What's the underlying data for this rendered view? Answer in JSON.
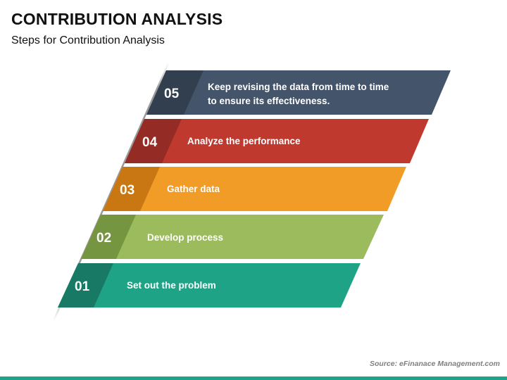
{
  "header": {
    "title": "CONTRIBUTION ANALYSIS",
    "subtitle": "Steps for Contribution Analysis"
  },
  "steps": [
    {
      "number": "05",
      "text_line1": "Keep revising the data from time to time",
      "text_line2": "to ensure its effectiveness.",
      "color": "#44546a",
      "dark_color": "#323f4f"
    },
    {
      "number": "04",
      "text_line1": "Analyze the performance",
      "color": "#c0392f",
      "dark_color": "#952b25"
    },
    {
      "number": "03",
      "text_line1": "Gather data",
      "color": "#f29c28",
      "dark_color": "#c97712"
    },
    {
      "number": "02",
      "text_line1": "Develop process",
      "color": "#9cbb5d",
      "dark_color": "#769540"
    },
    {
      "number": "01",
      "text_line1": "Set out the problem",
      "color": "#1fa386",
      "dark_color": "#187a64"
    }
  ],
  "footer": {
    "source": "Source: eFinanace Management.com",
    "bar_color": "#1fa386"
  }
}
